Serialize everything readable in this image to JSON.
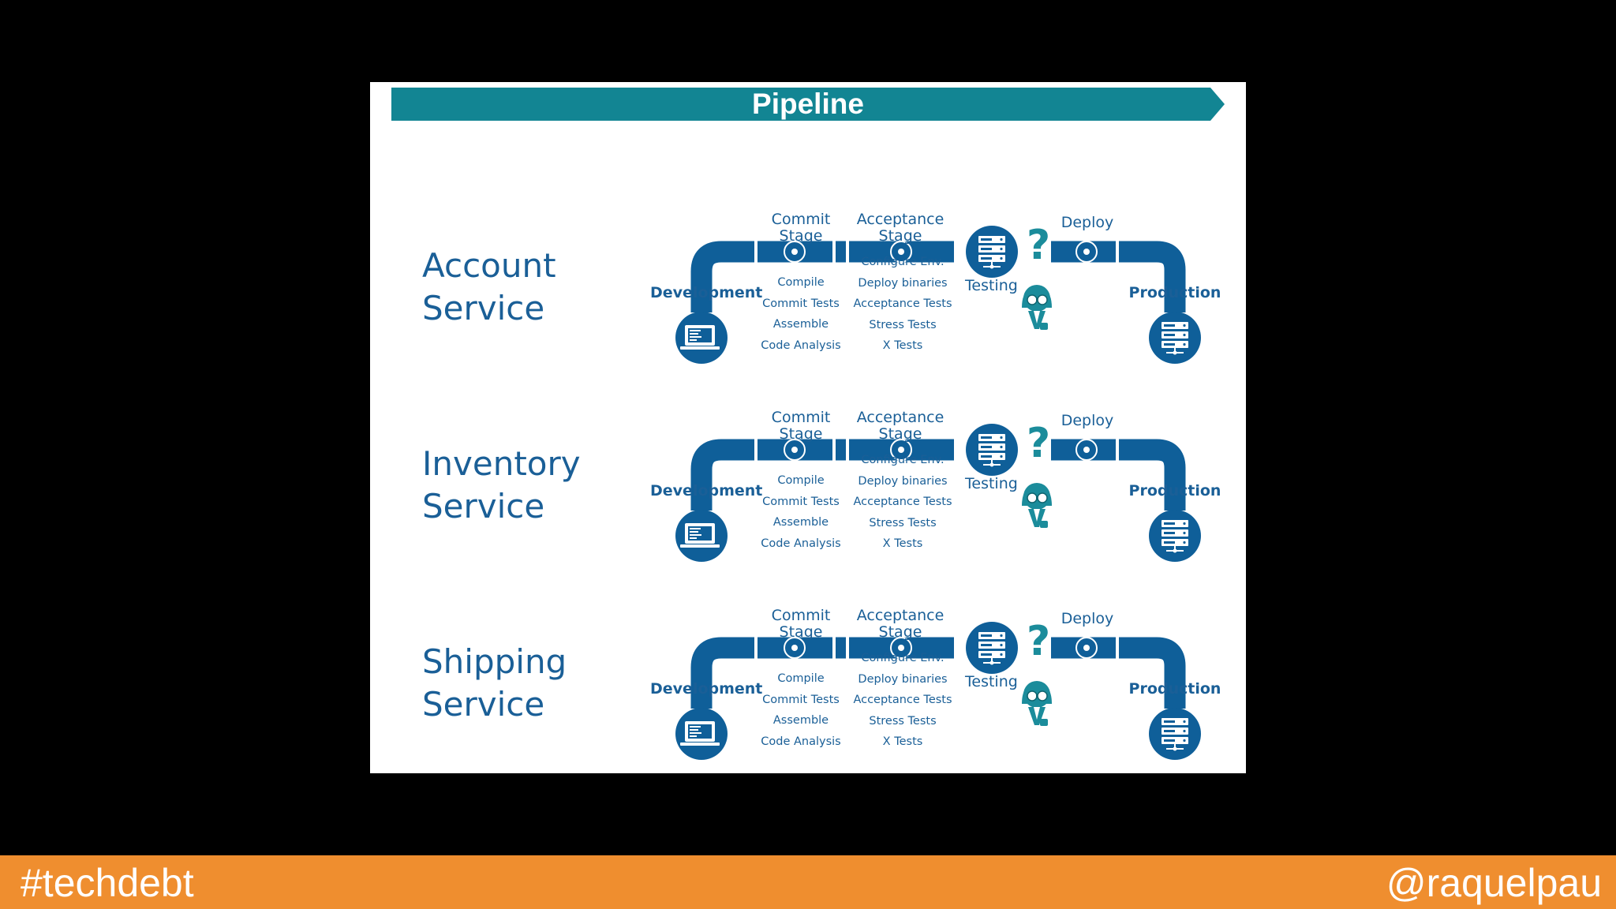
{
  "slide": {
    "title": "Pipeline",
    "colors": {
      "banner": "#128593",
      "pipe": "#0f5f99",
      "text": "#1a5f97",
      "accent": "#1b8c9b",
      "footer": "#ef8e2f"
    },
    "services": [
      {
        "name_line1": "Account",
        "name_line2": "Service",
        "development_label": "Development",
        "development_icon": "laptop-icon",
        "commit_stage": {
          "title_line1": "Commit",
          "title_line2": "Stage",
          "tasks": [
            "Compile",
            "Commit Tests",
            "Assemble",
            "Code Analysis"
          ]
        },
        "acceptance_stage": {
          "title_line1": "Acceptance",
          "title_line2": "Stage",
          "tasks": [
            "Configure Env.",
            "Deploy binaries",
            "Acceptance Tests",
            "Stress Tests",
            "X Tests"
          ]
        },
        "server_icon": "server-icon",
        "question_mark": "?",
        "testing_label": "Testing",
        "tester_icon": "tester-icon",
        "deploy_label": "Deploy",
        "production_label": "Production",
        "production_icon": "server-icon"
      },
      {
        "name_line1": "Inventory",
        "name_line2": "Service",
        "development_label": "Development",
        "development_icon": "laptop-icon",
        "commit_stage": {
          "title_line1": "Commit",
          "title_line2": "Stage",
          "tasks": [
            "Compile",
            "Commit Tests",
            "Assemble",
            "Code Analysis"
          ]
        },
        "acceptance_stage": {
          "title_line1": "Acceptance",
          "title_line2": "Stage",
          "tasks": [
            "Configure Env.",
            "Deploy binaries",
            "Acceptance Tests",
            "Stress Tests",
            "X Tests"
          ]
        },
        "server_icon": "server-icon",
        "question_mark": "?",
        "testing_label": "Testing",
        "tester_icon": "tester-icon",
        "deploy_label": "Deploy",
        "production_label": "Production",
        "production_icon": "server-icon"
      },
      {
        "name_line1": "Shipping",
        "name_line2": "Service",
        "development_label": "Development",
        "development_icon": "laptop-icon",
        "commit_stage": {
          "title_line1": "Commit",
          "title_line2": "Stage",
          "tasks": [
            "Compile",
            "Commit Tests",
            "Assemble",
            "Code Analysis"
          ]
        },
        "acceptance_stage": {
          "title_line1": "Acceptance",
          "title_line2": "Stage",
          "tasks": [
            "Configure Env.",
            "Deploy binaries",
            "Acceptance Tests",
            "Stress Tests",
            "X Tests"
          ]
        },
        "server_icon": "server-icon",
        "question_mark": "?",
        "testing_label": "Testing",
        "tester_icon": "tester-icon",
        "deploy_label": "Deploy",
        "production_label": "Production",
        "production_icon": "server-icon"
      }
    ]
  },
  "footer": {
    "hashtag": "#techdebt",
    "handle": "@raquelpau"
  }
}
